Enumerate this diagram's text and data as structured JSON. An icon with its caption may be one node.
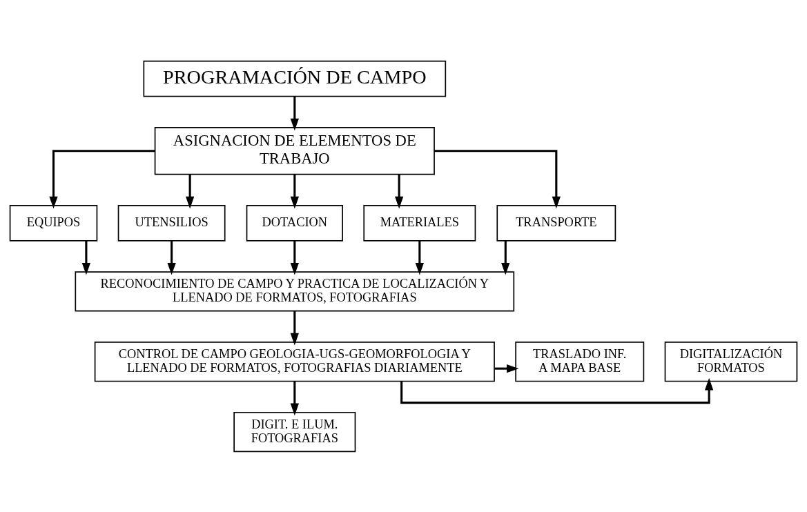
{
  "diagram": {
    "nodes": [
      {
        "text": [
          "PROGRAMACIÓN DE CAMPO"
        ]
      },
      {
        "text": [
          "ASIGNACION DE ELEMENTOS DE TRABAJO"
        ]
      },
      {
        "text": [
          "EQUIPOS"
        ]
      },
      {
        "text": [
          "UTENSILIOS"
        ]
      },
      {
        "text": [
          "DOTACION"
        ]
      },
      {
        "text": [
          "MATERIALES"
        ]
      },
      {
        "text": [
          "TRANSPORTE"
        ]
      },
      {
        "text": [
          "RECONOCIMIENTO DE CAMPO Y PRACTICA DE LOCALIZACIÓN Y LLENADO DE FORMATOS, FOTOGRAFIAS"
        ]
      },
      {
        "text": [
          "DIGITALIZACIÓN FORMATOS"
        ]
      },
      {
        "text": [
          "CONTROL DE CAMPO GEOLOGIA-UGS-GEOMORFOLOGIA Y LLENADO DE FORMATOS, FOTOGRAFIAS DIARIAMENTE"
        ]
      },
      {
        "text": [
          "TRASLADO INF. A MAPA BASE"
        ]
      },
      {
        "text": [
          "DIGIT. E ILUM. FOTOGRAFIAS"
        ]
      }
    ],
    "edges": [
      {
        "from": 0,
        "to": 1,
        "arrow": "to"
      },
      {
        "from": 1,
        "to": 2,
        "arrow": "to"
      },
      {
        "from": 1,
        "to": 3,
        "arrow": "to"
      },
      {
        "from": 1,
        "to": 4,
        "arrow": "to"
      },
      {
        "from": 1,
        "to": 5,
        "arrow": "to"
      },
      {
        "from": 1,
        "to": 6,
        "arrow": "to"
      },
      {
        "from": 2,
        "to": 7,
        "arrow": "to"
      },
      {
        "from": 3,
        "to": 7,
        "arrow": "to"
      },
      {
        "from": 4,
        "to": 7,
        "arrow": "to"
      },
      {
        "from": 5,
        "to": 7,
        "arrow": "to"
      },
      {
        "from": 6,
        "to": 7,
        "arrow": "to"
      },
      {
        "from": 7,
        "to": 9,
        "arrow": "to"
      },
      {
        "from": 9,
        "to": 8,
        "arrow": "to"
      },
      {
        "from": 9,
        "to": 10,
        "arrow": "to"
      },
      {
        "from": 9,
        "to": 11,
        "arrow": "to"
      }
    ]
  }
}
